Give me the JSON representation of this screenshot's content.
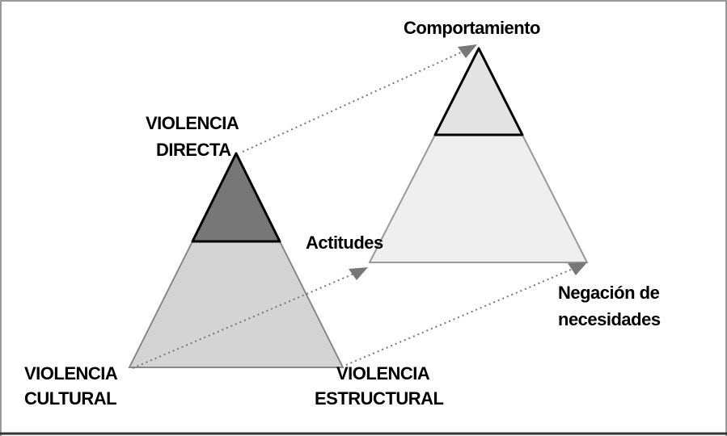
{
  "left_triangle": {
    "top_label": [
      "VIOLENCIA",
      "DIRECTA"
    ],
    "left_label": [
      "VIOLENCIA",
      "CULTURAL"
    ],
    "right_label": [
      "VIOLENCIA",
      "ESTRUCTURAL"
    ]
  },
  "right_triangle": {
    "top_label": "Comportamiento",
    "left_label": "Actitudes",
    "right_label": [
      "Negación de",
      "necesidades"
    ]
  },
  "colors": {
    "top_dark": "#777777",
    "base_gray": "#d4d4d4",
    "top_light": "#e3e3e3",
    "base_light": "#efefef",
    "outline": "#888888",
    "arrow": "#777777",
    "frame": "#999999",
    "frame_bottom": "#333333"
  }
}
